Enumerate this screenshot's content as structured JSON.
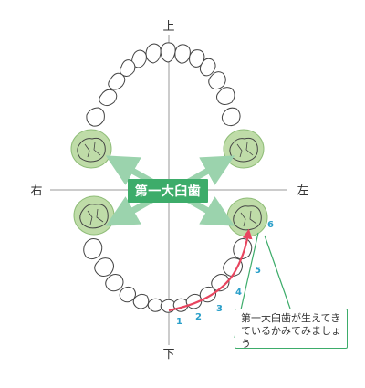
{
  "directions": {
    "top": "上",
    "bottom": "下",
    "right_side": "右",
    "left_side": "左"
  },
  "center_label": "第一大臼歯",
  "tooth_numbers": [
    "1",
    "2",
    "3",
    "4",
    "5",
    "6"
  ],
  "callout_text": "第一大臼歯が生えてきているかみてみましょう",
  "colors": {
    "accent_green": "#3dac6a",
    "molar_fill": "#bfdca8",
    "number_blue": "#2a9fc9",
    "arrow_pink": "#e8455f",
    "axis_gray": "#999999"
  }
}
